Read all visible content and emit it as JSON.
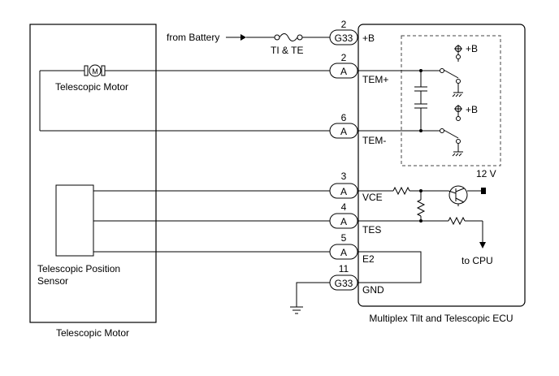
{
  "left_box_label": "Telescopic Motor",
  "right_box_label": "Multiplex Tilt and Telescopic ECU",
  "motor_label": "Telescopic Motor",
  "motor_symbol": "M",
  "sensor_label_line1": "Telescopic Position",
  "sensor_label_line2": "Sensor",
  "battery_label": "from Battery",
  "fuse_label": "TI & TE",
  "voltage_label": "12 V",
  "cpu_label": "to CPU",
  "power_symbol": "+B",
  "connectors": [
    {
      "pin": "2",
      "conn": "G33",
      "terminal": "+B"
    },
    {
      "pin": "2",
      "conn": "A",
      "terminal": "TEM+"
    },
    {
      "pin": "6",
      "conn": "A",
      "terminal": "TEM-"
    },
    {
      "pin": "3",
      "conn": "A",
      "terminal": "VCE"
    },
    {
      "pin": "4",
      "conn": "A",
      "terminal": "TES"
    },
    {
      "pin": "5",
      "conn": "A",
      "terminal": "E2"
    },
    {
      "pin": "11",
      "conn": "G33",
      "terminal": "GND"
    }
  ]
}
